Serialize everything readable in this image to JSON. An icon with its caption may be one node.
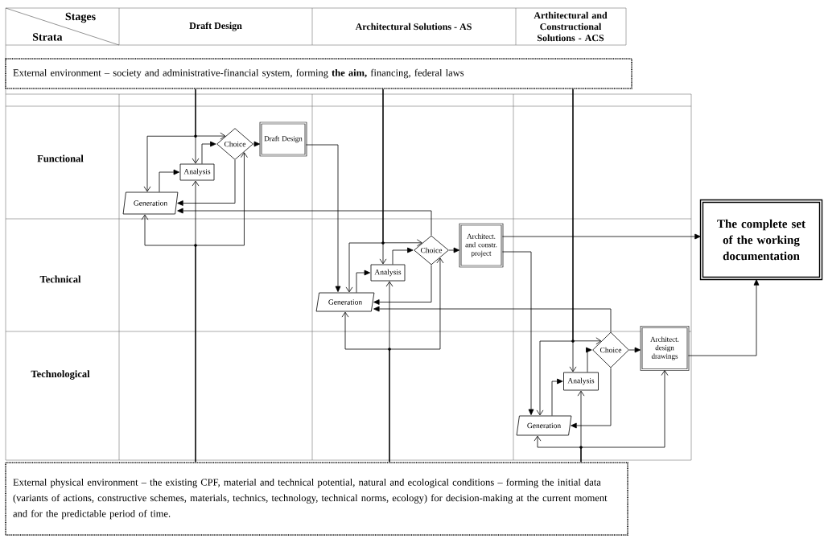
{
  "diagram": {
    "nodes": [
      {
        "text": [
          "External environment – society and administrative-financial system, forming **the aim,** financing, federal laws"
        ]
      },
      {
        "text": [
          "Generation"
        ]
      },
      {
        "text": [
          "Analysis"
        ]
      },
      {
        "text": [
          "Choice"
        ]
      },
      {
        "text": [
          "Draft Design"
        ]
      },
      {
        "text": [
          "Generation"
        ]
      },
      {
        "text": [
          "Analysis"
        ]
      },
      {
        "text": [
          "Choice"
        ]
      },
      {
        "text": [
          "Architect. and constr. project"
        ]
      },
      {
        "text": [
          "Generation"
        ]
      },
      {
        "text": [
          "Analysis"
        ]
      },
      {
        "text": [
          "Choice"
        ]
      },
      {
        "text": [
          "Architect. design drawings"
        ]
      },
      {
        "text": [
          "The complete set of the working documentation"
        ]
      },
      {
        "text": [
          "External physical environment – the existing CPF, material and technical potential, natural and ecological conditions – forming the initial data (variants of actions, constructive schemes, materials, technics, technology, technical norms, ecology) for decision-making at the current moment and for the predictable period of time."
        ]
      }
    ],
    "edges": [
      {
        "from": 0,
        "to": 2,
        "arrow": "to"
      },
      {
        "from": 0,
        "to": 3,
        "arrow": "to"
      },
      {
        "from": 0,
        "to": 1,
        "arrow": "to"
      },
      {
        "from": 1,
        "to": 2,
        "arrow": "to"
      },
      {
        "from": 2,
        "to": 3,
        "arrow": "to"
      },
      {
        "from": 3,
        "to": 4,
        "arrow": "to"
      },
      {
        "from": 3,
        "to": 1,
        "arrow": "to"
      },
      {
        "from": 14,
        "to": 2,
        "arrow": "to"
      },
      {
        "from": 14,
        "to": 1,
        "arrow": "to"
      },
      {
        "from": 14,
        "to": 3,
        "arrow": "to"
      },
      {
        "from": 4,
        "to": 5,
        "arrow": "to"
      },
      {
        "from": 7,
        "to": 1,
        "arrow": "to"
      },
      {
        "from": 0,
        "to": 6,
        "arrow": "to"
      },
      {
        "from": 0,
        "to": 7,
        "arrow": "to"
      },
      {
        "from": 0,
        "to": 5,
        "arrow": "to"
      },
      {
        "from": 7,
        "to": 5,
        "arrow": "to"
      },
      {
        "from": 5,
        "to": 6,
        "arrow": "to"
      },
      {
        "from": 6,
        "to": 7,
        "arrow": "to"
      },
      {
        "from": 7,
        "to": 8,
        "arrow": "to"
      },
      {
        "from": 14,
        "to": 6,
        "arrow": "to"
      },
      {
        "from": 14,
        "to": 5,
        "arrow": "to"
      },
      {
        "from": 14,
        "to": 7,
        "arrow": "to"
      },
      {
        "from": 11,
        "to": 5,
        "arrow": "to"
      },
      {
        "from": 8,
        "to": 13,
        "arrow": "to"
      },
      {
        "from": 8,
        "to": 9,
        "arrow": "to"
      },
      {
        "from": 0,
        "to": 10,
        "arrow": "to"
      },
      {
        "from": 0,
        "to": 11,
        "arrow": "to"
      },
      {
        "from": 0,
        "to": 9,
        "arrow": "to"
      },
      {
        "from": 11,
        "to": 9,
        "arrow": "to"
      },
      {
        "from": 9,
        "to": 10,
        "arrow": "to"
      },
      {
        "from": 10,
        "to": 11,
        "arrow": "to"
      },
      {
        "from": 11,
        "to": 12,
        "arrow": "to"
      },
      {
        "from": 12,
        "to": 13,
        "arrow": "to"
      },
      {
        "from": 14,
        "to": 10,
        "arrow": "to"
      },
      {
        "from": 14,
        "to": 9,
        "arrow": "to"
      },
      {
        "from": 14,
        "to": 12,
        "arrow": "to"
      }
    ],
    "labels": [
      "Stages",
      "Strata",
      "Draft Design",
      "Architectural Solutions - AS",
      "Arthitectural and Constructional Solutions - ACS",
      "Functional",
      "Technical",
      "Technological"
    ]
  }
}
